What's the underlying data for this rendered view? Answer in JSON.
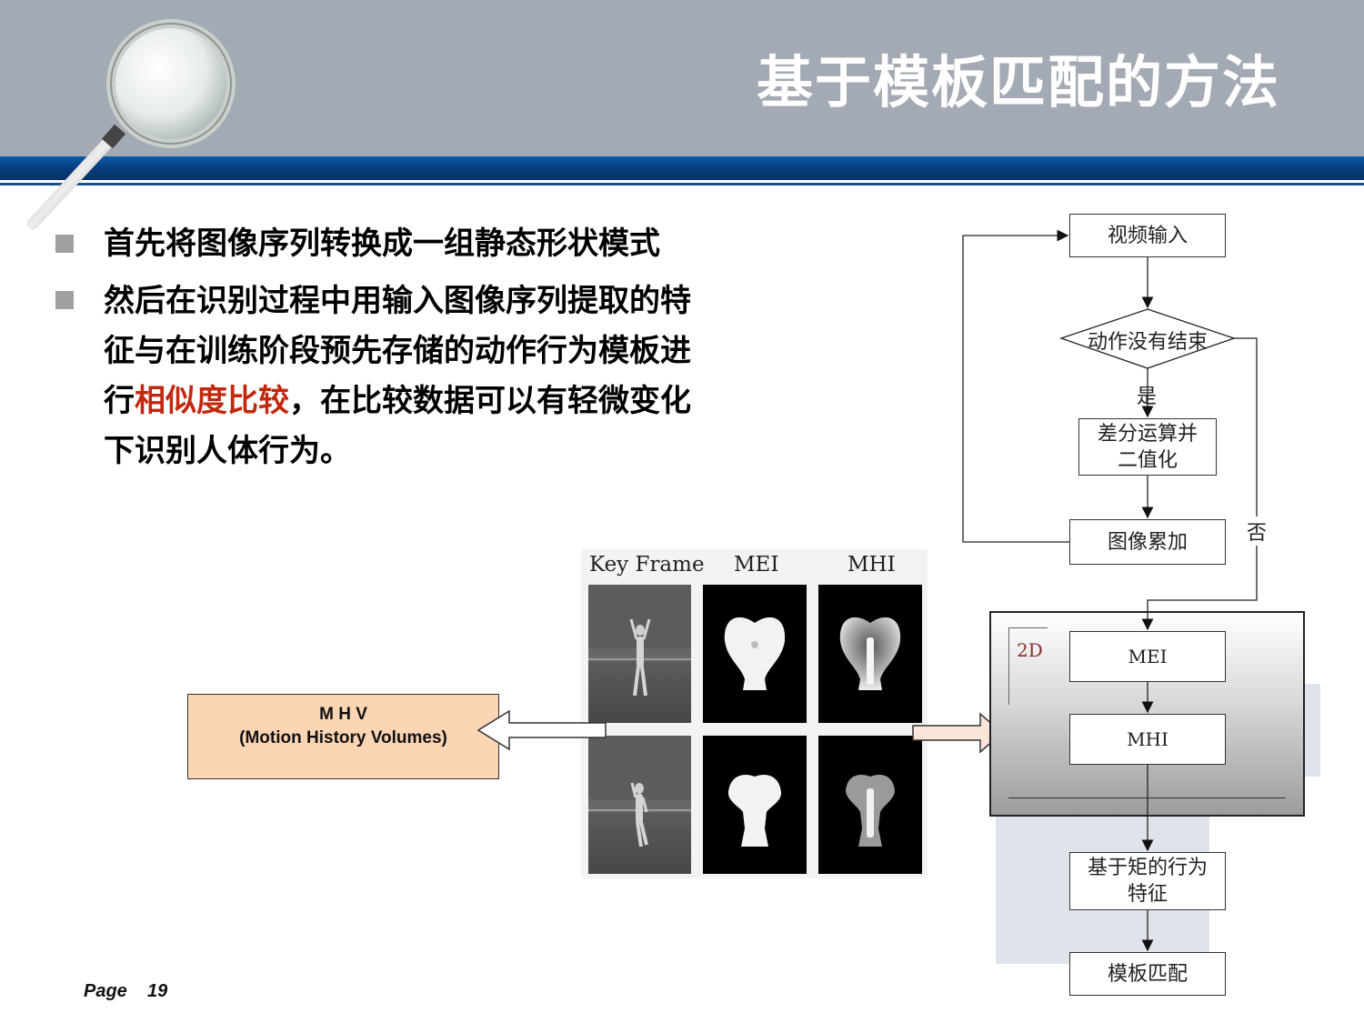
{
  "slide": {
    "title": "基于模板匹配的方法",
    "page_label": "Page",
    "page_number": "19"
  },
  "bullets": [
    {
      "lines": [
        "首先将图像序列转换成一组静态形状模式"
      ]
    },
    {
      "line1": "然后在识别过程中用输入图像序列提取的特",
      "line2": "征与在训练阶段预先存储的动作行为模板进",
      "line3_pre": "行",
      "line3_highlight": "相似度比较",
      "line3_post": "，在比较数据可以有轻微变化",
      "line4": "下识别人体行为。"
    }
  ],
  "figure": {
    "headers": [
      "Key Frame",
      "MEI",
      "MHI"
    ]
  },
  "mhv_box": {
    "line1": "M H V",
    "line2": "(Motion History Volumes)"
  },
  "flowchart": {
    "video_input": "视频输入",
    "decision": "动作没有结束",
    "yes_label": "是",
    "no_label": "否",
    "diff_line1": "差分运算并",
    "diff_line2": "二值化",
    "accumulate": "图像累加",
    "label_2d": "2D",
    "mei": "MEI",
    "mhi": "MHI",
    "moment_line1": "基于矩的行为",
    "moment_line2": "特征",
    "template_match": "模板匹配"
  },
  "colors": {
    "header_gray": "#a3aab3",
    "header_band_blue": "#063a7a",
    "highlight_red": "#c2280e",
    "mhv_fill": "#fbd5b4",
    "arrow_right_fill": "#fbe4d8"
  }
}
